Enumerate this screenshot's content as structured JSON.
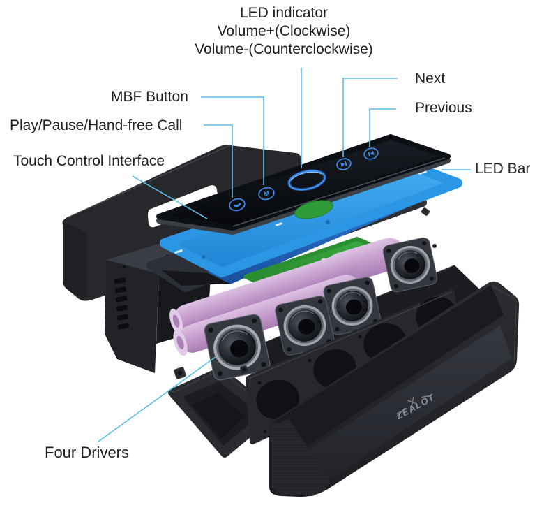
{
  "diagram": {
    "type": "exploded-view-product-diagram",
    "product": "portable soundbar speaker",
    "brand_logo": "ZEALOT",
    "labels": {
      "led_indicator": {
        "lines": [
          "LED indicator",
          "Volume+(Clockwise)",
          "Volume-(Counterclockwise)"
        ]
      },
      "next": "Next",
      "previous": "Previous",
      "mbf_button": "MBF Button",
      "play_pause": "Play/Pause/Hand-free Call",
      "touch_control": "Touch Control Interface",
      "led_bar": "LED Bar",
      "four_drivers": "Four Drivers"
    },
    "touch_panel_icons": [
      "play-pause-call-icon",
      "mbf-icon",
      "volume-ring-icon",
      "next-icon",
      "previous-icon"
    ],
    "mbf_glyph": "M",
    "colors": {
      "background": "#ffffff",
      "label_text": "#212121",
      "leader_line": "#5bbde9",
      "panel_black": "#0a0d12",
      "icon_blue": "#3f8ef0",
      "led_bar_layer_blue": "#2d9ce8",
      "inner_tray_blue": "#2468bd",
      "pcb_green": "#2f9b36",
      "battery_pink": "#c6a0ce",
      "housing_dark": "#25272c",
      "logo_gray": "#8b8e95"
    }
  }
}
